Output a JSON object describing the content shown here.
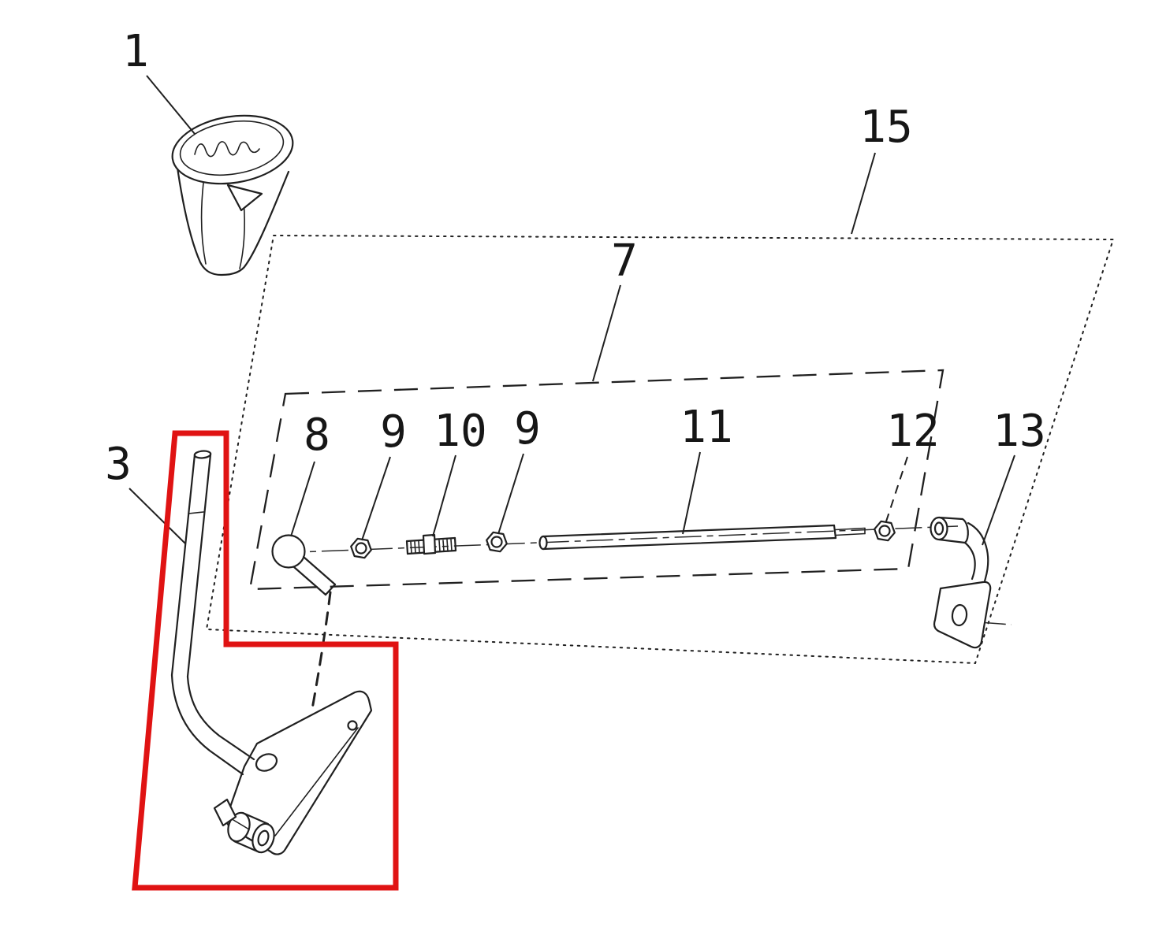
{
  "figure": {
    "type": "exploded-parts-diagram",
    "background": "#ffffff",
    "line_color": "#202020",
    "highlight_color": "#e01313",
    "labels": {
      "part1": "1",
      "part3": "3",
      "part7": "7",
      "part8": "8",
      "part9_left": "9",
      "part10": "10",
      "part9_right": "9",
      "part11": "11",
      "part12": "12",
      "part13": "13",
      "part15": "15"
    }
  }
}
